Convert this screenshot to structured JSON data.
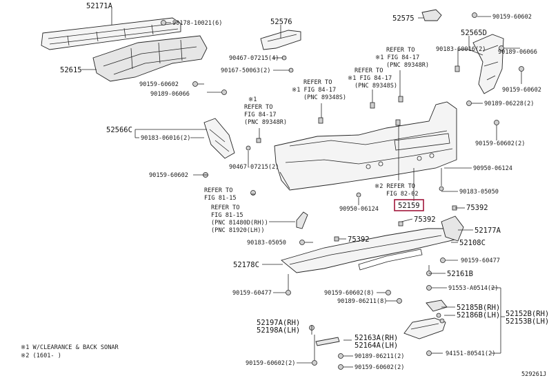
{
  "labels": {
    "p52171a": "52171A",
    "p52615": "52615",
    "p90178": "90178-10021(6)",
    "p52576": "52576",
    "p52575": "52575",
    "p90159_60602_tr": "90159-60602",
    "p52565d": "52565D",
    "p90183_60016_tr": "90183-60016(2)",
    "p90189_06066_tr": "90189-06066",
    "p90159_60602_r2": "90159-60602",
    "p90467_07215_4": "90467-07215(4)",
    "p90167_50063": "90167-50063(2)",
    "p90159_60602_l": "90159-60602",
    "p90189_06066_l": "90189-06066",
    "ref1_a": "REFER TO",
    "ref1_b": "※1 FIG 84-17",
    "ref1_c": "(PNC 89348S)",
    "ref2_a": "REFER TO",
    "ref2_b": "※1 FIG 84-17",
    "ref2_c": "(PNC 89348S)",
    "ref3_a": "REFER TO",
    "ref3_b": "※1 FIG 84-17",
    "ref3_c": "(PNC 89348R)",
    "ref4_a": "※1",
    "ref4_b": "REFER TO",
    "ref4_c": "FIG 84-17",
    "ref4_d": "(PNC 89348R)",
    "p90189_06228": "90189-06228(2)",
    "p52566c": "52566C",
    "p90183_60016_l": "90183-06016(2)",
    "p90159_60602_r3": "90159-60602(2)",
    "p90467_07215_2": "90467-07215(2)",
    "p90159_60602_l2": "90159-60602",
    "p90950_06124_r": "90950-06124",
    "ref5_a": "REFER TO",
    "ref5_b": "FIG 81-15",
    "ref6_a": "※2 REFER TO",
    "ref6_b": "FIG 82-02",
    "p90183_05050_r": "90183-05050",
    "p90950_06124_c": "90950-06124",
    "p52159": "52159",
    "p75392_r": "75392",
    "ref7_a": "REFER TO",
    "ref7_b": "FIG 81-15",
    "ref7_c": "(PNC 81480D(RH))",
    "ref7_d": "(PNC 81920(LH))",
    "p75392_c": "75392",
    "p52177a": "52177A",
    "p90183_05050_l": "90183-05050",
    "p75392_l": "75392",
    "p52108c": "52108C",
    "p52178c": "52178C",
    "p90159_60477_r": "90159-60477",
    "p52161b": "52161B",
    "p90159_60477_l": "90159-60477",
    "p90159_60602_8": "90159-60602(8)",
    "p91553_a0514": "91553-A0514(2)",
    "p90189_06211_8": "90189-06211(8)",
    "p52185b": "52185B(RH)",
    "p52186b": "52186B(LH)",
    "p52152b": "52152B(RH)",
    "p52153b": "52153B(LH)",
    "p52197a": "52197A(RH)",
    "p52198a": "52198A(LH)",
    "p52163a": "52163A(RH)",
    "p52164a": "52164A(LH)",
    "p94151": "94151-80541(2)",
    "p90189_06211_2": "90189-06211(2)",
    "p90159_60602_b1": "90159-60602(2)",
    "p90159_60602_b2": "90159-60602(2)",
    "note1": "※1 W/CLEARANCE & BACK SONAR",
    "note2": "※2 (1601-      )",
    "diagram_id": "529261J"
  },
  "highlight": {
    "part": "52159",
    "color": "#a0163a"
  }
}
